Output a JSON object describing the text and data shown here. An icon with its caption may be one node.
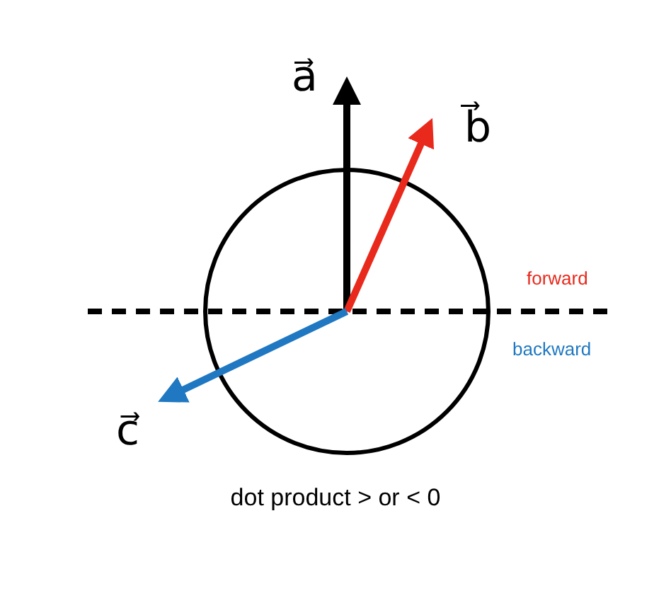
{
  "diagram": {
    "caption": "dot product > or < 0",
    "labels": [
      "a⃗",
      "b⃗",
      "forward",
      "backward",
      "c⃗"
    ]
  }
}
